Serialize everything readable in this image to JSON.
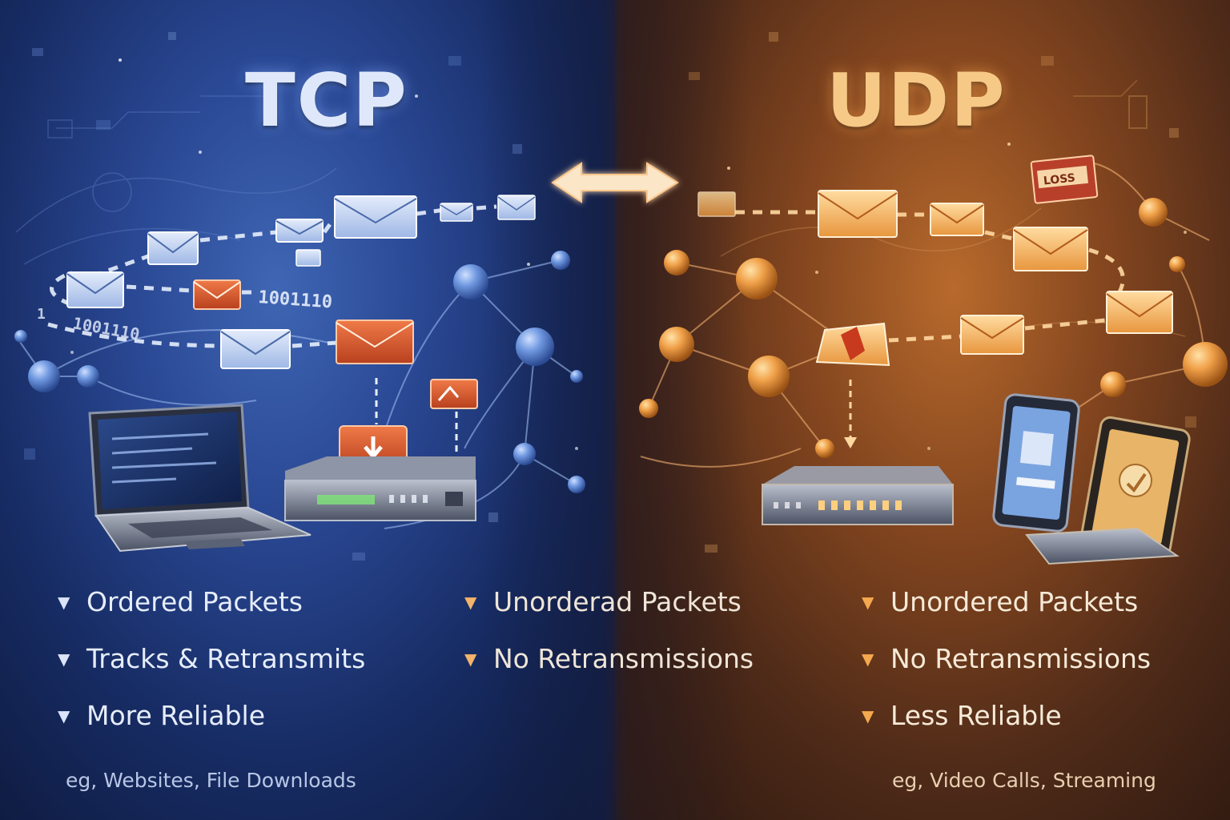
{
  "colors": {
    "tcp_accent": "#4a78c8",
    "udp_accent": "#e88a34",
    "packet_red": "#d9552e",
    "divider_glow": "#ffb060"
  },
  "tcp": {
    "title": "TCP",
    "features": [
      "Ordered Packets",
      "Tracks & Retransmits",
      "More Reliable"
    ],
    "example": "eg, Websites, File Downloads",
    "binary_top": "1001110",
    "binary_left": "1001110",
    "binary_small": "1"
  },
  "middle": {
    "features": [
      "Unorderad Packets",
      "No Retransmissions"
    ]
  },
  "udp": {
    "title": "UDP",
    "features": [
      "Unordered Packets",
      "No Retransmissions",
      "Less Reliable"
    ],
    "example": "eg, Video Calls, Streaming",
    "loss_tag": "LOSS"
  },
  "icons": [
    "envelope-icon",
    "bidirectional-arrow-icon",
    "laptop-icon",
    "router-icon",
    "smartphone-icon",
    "tablet-icon",
    "network-node-icon",
    "triangle-bullet-icon"
  ]
}
